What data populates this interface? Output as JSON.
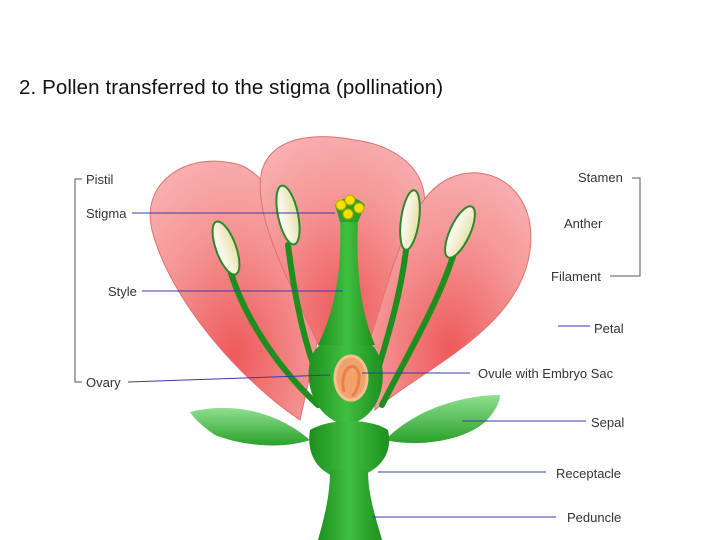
{
  "slide": {
    "title": "2. Pollen transferred to the stigma (pollination)"
  },
  "diagram": {
    "labels_left": {
      "pistil": "Pistil",
      "stigma": "Stigma",
      "style": "Style",
      "ovary": "Ovary"
    },
    "labels_right": {
      "stamen": "Stamen",
      "anther": "Anther",
      "filament": "Filament",
      "petal": "Petal",
      "ovule": "Ovule with Embryo Sac",
      "sepal": "Sepal",
      "receptacle": "Receptacle",
      "peduncle": "Peduncle"
    },
    "colors": {
      "petal": "#f28a8a",
      "green": "#2aa02a",
      "anther": "#f4f0c8",
      "pollen": "#f5e000",
      "ovule": "#f5a06a",
      "leader_line": "#3a3aa8"
    }
  }
}
